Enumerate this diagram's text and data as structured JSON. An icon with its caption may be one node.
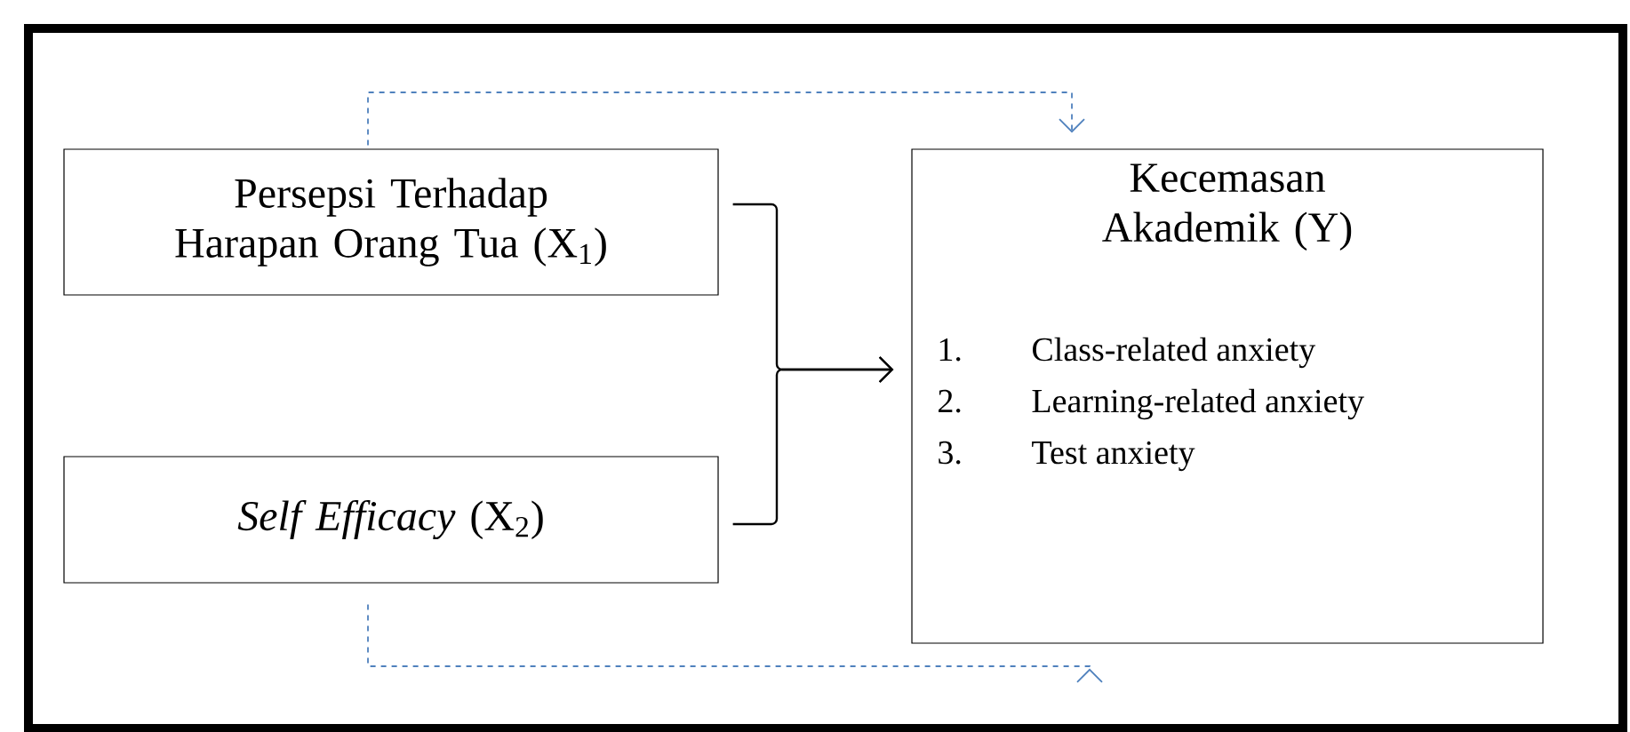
{
  "diagram": {
    "nodes": [
      {
        "text": [
          "Persepsi Terhadap Harapan Orang Tua (X$_{1}$)"
        ]
      },
      {
        "text": [
          "*Self Efficacy* (X$_{2}$)"
        ]
      },
      {
        "text": [
          "Kecemasan Akademik (Y)",
          "1.",
          "Class-related anxiety",
          "2.",
          "Learning-related anxiety",
          "3.",
          "Test anxiety"
        ]
      }
    ],
    "edges": [
      {
        "from": 0,
        "to": 2,
        "arrow": "to"
      },
      {
        "from": 1,
        "to": 2,
        "arrow": "to"
      },
      {
        "from": 0,
        "to": 2,
        "arrow": "to",
        "style": "dashed",
        "color": "#4f81bd"
      },
      {
        "from": 1,
        "to": 2,
        "arrow": "to",
        "style": "dashed",
        "color": "#4f81bd"
      }
    ]
  }
}
